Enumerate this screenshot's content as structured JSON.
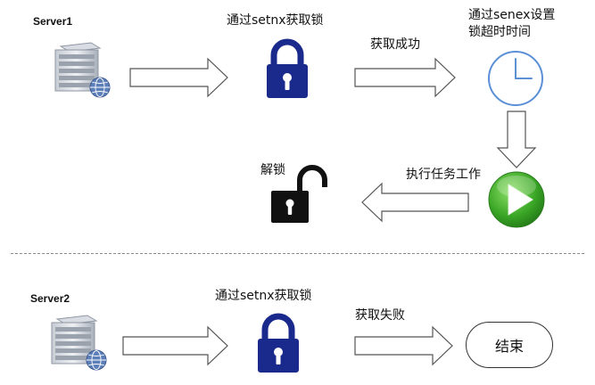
{
  "top_flow": {
    "server_label": "Server1",
    "acquire_lock_label": "通过setnx获取锁",
    "acquire_success_label": "获取成功",
    "set_expire_label_line1": "通过senex设置",
    "set_expire_label_line2": "锁超时时间",
    "execute_task_label": "执行任务工作",
    "unlock_label": "解锁"
  },
  "bottom_flow": {
    "server_label": "Server2",
    "acquire_lock_label": "通过setnx获取锁",
    "acquire_fail_label": "获取失败",
    "end_label": "结束"
  },
  "colors": {
    "lock_blue": "#1a2a8c",
    "lock_black": "#111111",
    "clock_blue": "#5b8fd6",
    "play_green": "#3aa626",
    "server_gray": "#8e96a3"
  },
  "icons": [
    "server-icon",
    "locked-padlock-icon",
    "clock-icon",
    "play-icon",
    "unlocked-padlock-icon",
    "arrow-right-icon",
    "arrow-down-icon",
    "arrow-left-icon"
  ]
}
